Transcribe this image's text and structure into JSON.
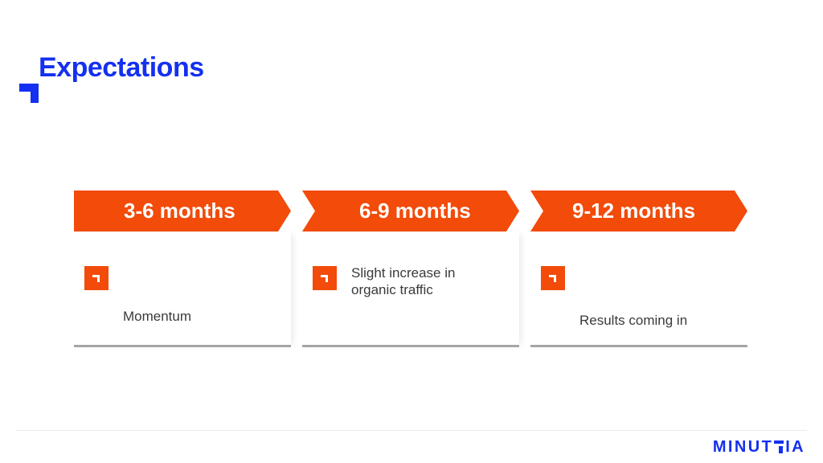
{
  "slide": {
    "title": "Expectations",
    "accent_color": "#1430f0",
    "banner_color": "#f24b0a",
    "rule_color": "#a5a5a8"
  },
  "timeline": [
    {
      "period": "3-6 months",
      "icon": "corner-bracket-icon",
      "text": "Momentum"
    },
    {
      "period": "6-9 months",
      "icon": "corner-bracket-icon",
      "text": "Slight increase in organic traffic"
    },
    {
      "period": "9-12 months",
      "icon": "corner-bracket-icon",
      "text": "Results coming in"
    }
  ],
  "footer": {
    "logo_left": "MINUT",
    "logo_mark_icon": "logo-t-mark-icon",
    "logo_right": "IA"
  }
}
